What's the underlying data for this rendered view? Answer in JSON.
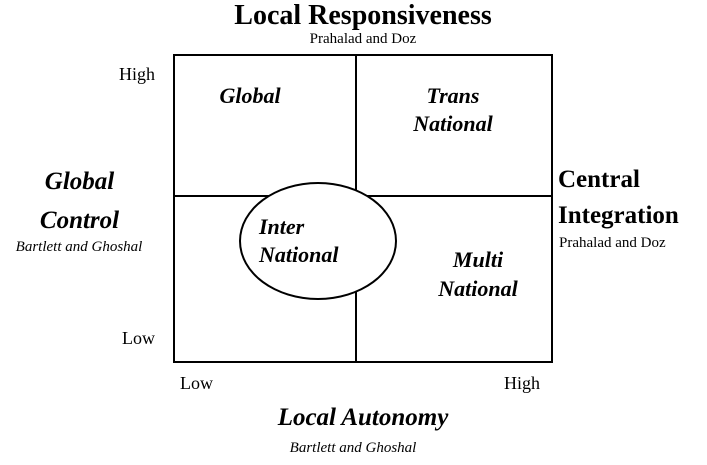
{
  "colors": {
    "ink": "#000000",
    "background": "#ffffff"
  },
  "top_axis": {
    "title": "Local Responsiveness",
    "attribution": "Prahalad and Doz"
  },
  "left_axis": {
    "title_line1": "Global",
    "title_line2": "Control",
    "attribution": "Bartlett and Ghoshal",
    "tick_top": "High",
    "tick_bottom": "Low"
  },
  "right_axis": {
    "title_line1": "Central",
    "title_line2": "Integration",
    "attribution": "Prahalad and Doz"
  },
  "bottom_axis": {
    "title": "Local Autonomy",
    "attribution": "Bartlett and Ghoshal",
    "tick_left": "Low",
    "tick_right": "High"
  },
  "quadrants": {
    "top_left": {
      "label": "Global"
    },
    "top_right": {
      "line1": "Trans",
      "line2": "National"
    },
    "bottom_right": {
      "line1": "Multi",
      "line2": "National"
    },
    "center": {
      "line1": "Inter",
      "line2": "National"
    }
  }
}
